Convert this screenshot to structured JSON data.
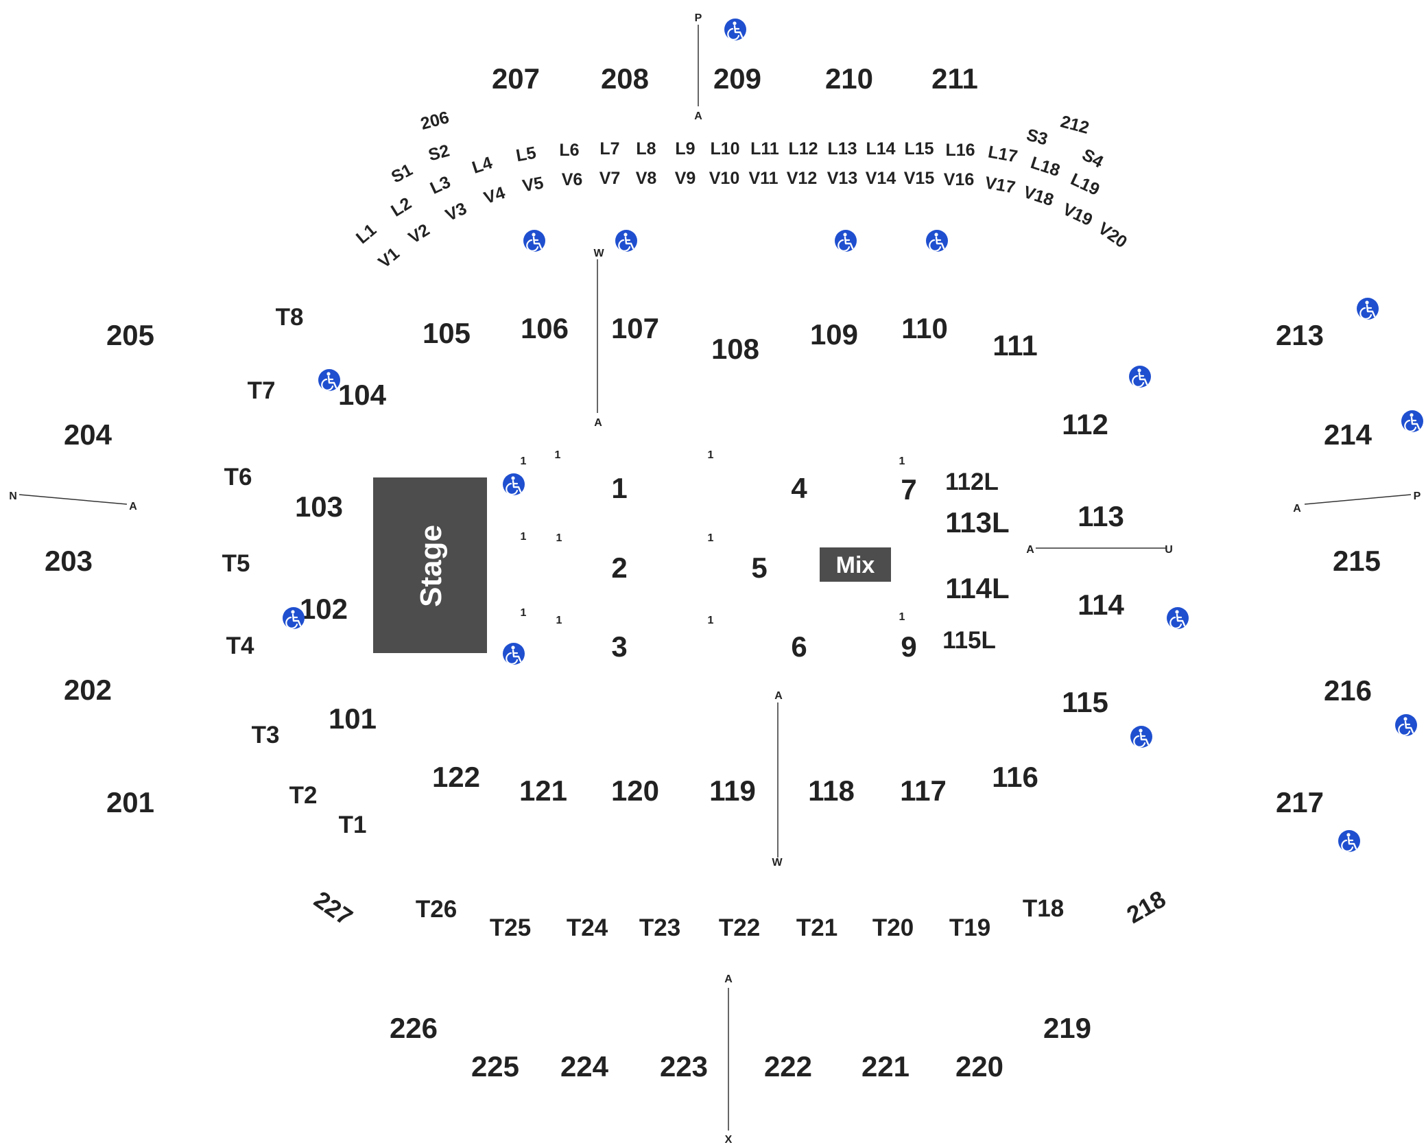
{
  "stage_label": "Stage",
  "mix_label": "Mix",
  "colors": {
    "block": "#4d4d4d",
    "wheelchair": "#1f4fcf",
    "text": "#222222",
    "line": "#333333"
  },
  "icons": {
    "accessibility": "wheelchair-icon"
  },
  "upper_sections": [
    "201",
    "202",
    "203",
    "204",
    "205",
    "206",
    "207",
    "208",
    "209",
    "210",
    "211",
    "212",
    "213",
    "214",
    "215",
    "216",
    "217",
    "218",
    "219",
    "220",
    "221",
    "222",
    "223",
    "224",
    "225",
    "226",
    "227"
  ],
  "lower_sections": [
    "101",
    "102",
    "103",
    "104",
    "105",
    "106",
    "107",
    "108",
    "109",
    "110",
    "111",
    "112",
    "113",
    "114",
    "115",
    "116",
    "117",
    "118",
    "119",
    "120",
    "121",
    "122"
  ],
  "loge_sections": [
    "112L",
    "113L",
    "114L",
    "115L"
  ],
  "floor_sections": [
    "1",
    "2",
    "3",
    "4",
    "5",
    "6",
    "7",
    "9"
  ],
  "tables": [
    "T1",
    "T2",
    "T3",
    "T4",
    "T5",
    "T6",
    "T7",
    "T8",
    "T18",
    "T19",
    "T20",
    "T21",
    "T22",
    "T23",
    "T24",
    "T25",
    "T26"
  ],
  "suites_s": [
    "S1",
    "S2",
    "S3",
    "S4"
  ],
  "suites_l": [
    "L1",
    "L2",
    "L3",
    "L4",
    "L5",
    "L6",
    "L7",
    "L8",
    "L9",
    "L10",
    "L11",
    "L12",
    "L13",
    "L14",
    "L15",
    "L16",
    "L17",
    "L18",
    "L19"
  ],
  "suites_v": [
    "V1",
    "V2",
    "V3",
    "V4",
    "V5",
    "V6",
    "V7",
    "V8",
    "V9",
    "V10",
    "V11",
    "V12",
    "V13",
    "V14",
    "V15",
    "V16",
    "V17",
    "V18",
    "V19",
    "V20"
  ],
  "row_marker": "1",
  "aisle_labels": {
    "a": "A",
    "p": "P",
    "w": "W",
    "n": "N",
    "u": "U",
    "x": "X"
  }
}
